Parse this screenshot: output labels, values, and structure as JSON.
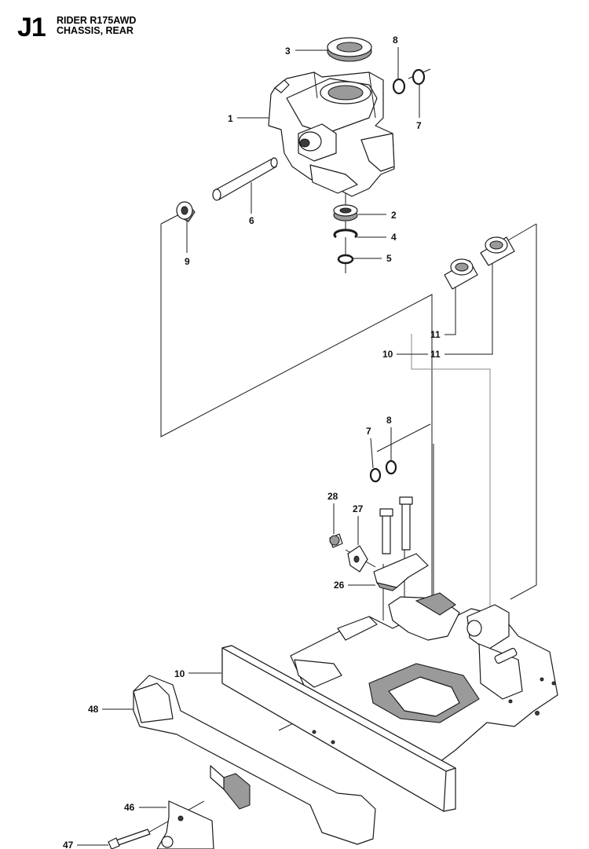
{
  "header": {
    "code": "J1",
    "model": "RIDER R175AWD",
    "section": "CHASSIS, REAR"
  },
  "callouts": {
    "c1": "1",
    "c2": "2",
    "c3": "3",
    "c4": "4",
    "c5": "5",
    "c6": "6",
    "c7a": "7",
    "c7b": "7",
    "c8a": "8",
    "c8b": "8",
    "c9": "9",
    "c10a": "10",
    "c10b": "10",
    "c11a": "11",
    "c11b": "11",
    "c26": "26",
    "c27": "27",
    "c28": "28",
    "c46": "46",
    "c47": "47",
    "c48": "48"
  }
}
